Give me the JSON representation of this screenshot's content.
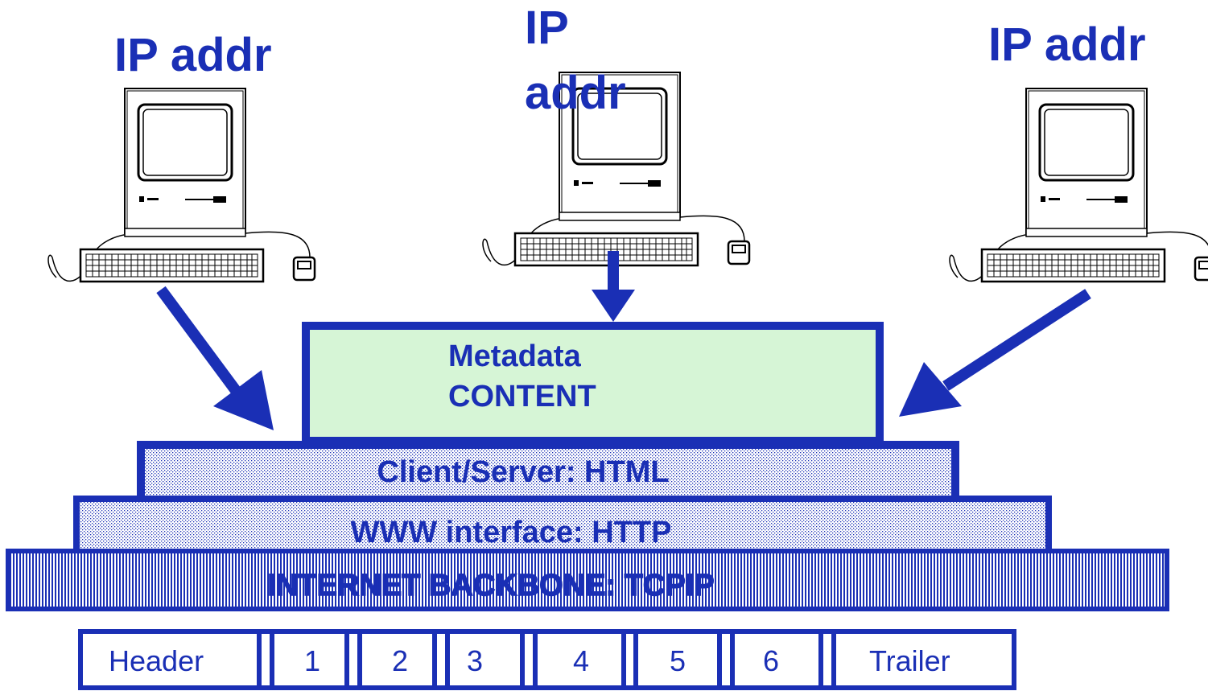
{
  "hosts": [
    {
      "label": "IP addr"
    },
    {
      "label_line1": "IP",
      "label_line2": "addr"
    },
    {
      "label": "IP addr"
    }
  ],
  "layers": {
    "content": {
      "line1": "Metadata",
      "line2": "CONTENT"
    },
    "client_server": "Client/Server:   HTML",
    "www": "WWW interface:  HTTP",
    "backbone": "INTERNET BACKBONE:   TCPIP"
  },
  "packet": {
    "fields": [
      "Header",
      "1",
      "2",
      "3",
      "4",
      "5",
      "6",
      "Trailer"
    ]
  },
  "colors": {
    "primary": "#1a2fb5",
    "content_fill": "#d6f5d6"
  }
}
